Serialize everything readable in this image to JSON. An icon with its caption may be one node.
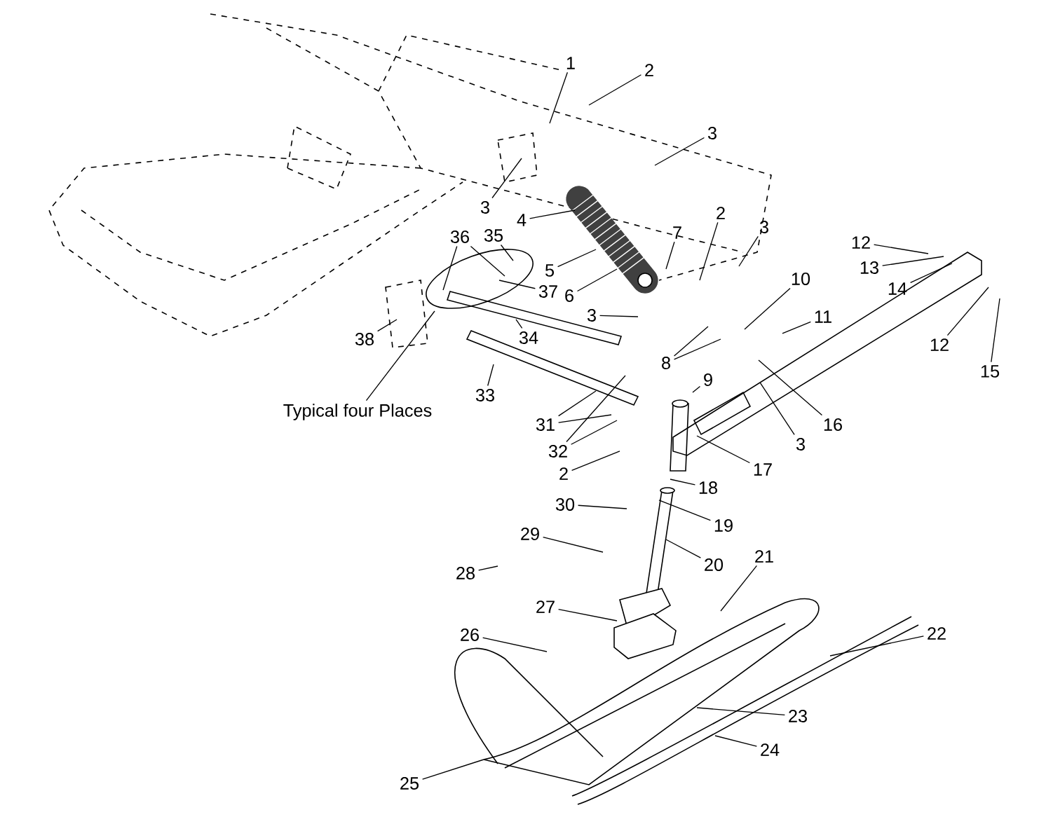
{
  "diagram": {
    "nodes": [
      {
        "text": [
          "1"
        ]
      },
      {
        "text": [
          "2"
        ]
      },
      {
        "text": [
          "3"
        ]
      },
      {
        "text": [
          "3"
        ]
      },
      {
        "text": [
          "4"
        ]
      },
      {
        "text": [
          "5"
        ]
      },
      {
        "text": [
          "6"
        ]
      },
      {
        "text": [
          "7"
        ]
      },
      {
        "text": [
          "2"
        ]
      },
      {
        "text": [
          "3"
        ]
      },
      {
        "text": [
          "3"
        ]
      },
      {
        "text": [
          "8"
        ]
      },
      {
        "text": [
          "9"
        ]
      },
      {
        "text": [
          "10"
        ]
      },
      {
        "text": [
          "11"
        ]
      },
      {
        "text": [
          "12"
        ]
      },
      {
        "text": [
          "13"
        ]
      },
      {
        "text": [
          "14"
        ]
      },
      {
        "text": [
          "12"
        ]
      },
      {
        "text": [
          "15"
        ]
      },
      {
        "text": [
          "16"
        ]
      },
      {
        "text": [
          "3"
        ]
      },
      {
        "text": [
          "17"
        ]
      },
      {
        "text": [
          "2"
        ]
      },
      {
        "text": [
          "18"
        ]
      },
      {
        "text": [
          "19"
        ]
      },
      {
        "text": [
          "30"
        ]
      },
      {
        "text": [
          "29"
        ]
      },
      {
        "text": [
          "28"
        ]
      },
      {
        "text": [
          "20"
        ]
      },
      {
        "text": [
          "27"
        ]
      },
      {
        "text": [
          "26"
        ]
      },
      {
        "text": [
          "21"
        ]
      },
      {
        "text": [
          "22"
        ]
      },
      {
        "text": [
          "23"
        ]
      },
      {
        "text": [
          "24"
        ]
      },
      {
        "text": [
          "25"
        ]
      },
      {
        "text": [
          "31"
        ]
      },
      {
        "text": [
          "32"
        ]
      },
      {
        "text": [
          "33"
        ]
      },
      {
        "text": [
          "34"
        ]
      },
      {
        "text": [
          "35"
        ]
      },
      {
        "text": [
          "36"
        ]
      },
      {
        "text": [
          "37"
        ]
      },
      {
        "text": [
          "38"
        ]
      },
      {
        "text": [
          "Typical four Places"
        ]
      }
    ],
    "edges": [
      {
        "from": 0,
        "to": null,
        "arrow": "none"
      },
      {
        "from": 1,
        "to": null,
        "arrow": "none"
      },
      {
        "from": 2,
        "to": null,
        "arrow": "none"
      },
      {
        "from": 3,
        "to": null,
        "arrow": "none"
      },
      {
        "from": 4,
        "to": null,
        "arrow": "none"
      },
      {
        "from": 5,
        "to": null,
        "arrow": "none"
      },
      {
        "from": 6,
        "to": null,
        "arrow": "none"
      },
      {
        "from": 7,
        "to": null,
        "arrow": "none"
      },
      {
        "from": 8,
        "to": null,
        "arrow": "none"
      },
      {
        "from": 9,
        "to": null,
        "arrow": "none"
      },
      {
        "from": 10,
        "to": null,
        "arrow": "none"
      },
      {
        "from": 11,
        "to": null,
        "arrow": "none"
      },
      {
        "from": 11,
        "to": null,
        "arrow": "none"
      },
      {
        "from": 12,
        "to": null,
        "arrow": "none"
      },
      {
        "from": 13,
        "to": null,
        "arrow": "none"
      },
      {
        "from": 14,
        "to": null,
        "arrow": "none"
      },
      {
        "from": 15,
        "to": null,
        "arrow": "none"
      },
      {
        "from": 16,
        "to": null,
        "arrow": "none"
      },
      {
        "from": 17,
        "to": null,
        "arrow": "none"
      },
      {
        "from": 18,
        "to": null,
        "arrow": "none"
      },
      {
        "from": 19,
        "to": null,
        "arrow": "none"
      },
      {
        "from": 20,
        "to": null,
        "arrow": "none"
      },
      {
        "from": 21,
        "to": null,
        "arrow": "none"
      },
      {
        "from": 22,
        "to": null,
        "arrow": "none"
      },
      {
        "from": 23,
        "to": null,
        "arrow": "none"
      },
      {
        "from": 24,
        "to": null,
        "arrow": "none"
      },
      {
        "from": 25,
        "to": null,
        "arrow": "none"
      },
      {
        "from": 26,
        "to": null,
        "arrow": "none"
      },
      {
        "from": 27,
        "to": null,
        "arrow": "none"
      },
      {
        "from": 28,
        "to": null,
        "arrow": "none"
      },
      {
        "from": 29,
        "to": null,
        "arrow": "none"
      },
      {
        "from": 30,
        "to": null,
        "arrow": "none"
      },
      {
        "from": 31,
        "to": null,
        "arrow": "none"
      },
      {
        "from": 32,
        "to": null,
        "arrow": "none"
      },
      {
        "from": 33,
        "to": null,
        "arrow": "none"
      },
      {
        "from": 34,
        "to": null,
        "arrow": "none"
      },
      {
        "from": 35,
        "to": null,
        "arrow": "none"
      },
      {
        "from": 36,
        "to": null,
        "arrow": "none"
      },
      {
        "from": 37,
        "to": null,
        "arrow": "none"
      },
      {
        "from": 37,
        "to": null,
        "arrow": "none"
      },
      {
        "from": 38,
        "to": null,
        "arrow": "none"
      },
      {
        "from": 38,
        "to": null,
        "arrow": "none"
      },
      {
        "from": 39,
        "to": null,
        "arrow": "none"
      },
      {
        "from": 40,
        "to": null,
        "arrow": "none"
      },
      {
        "from": 41,
        "to": null,
        "arrow": "none"
      },
      {
        "from": 42,
        "to": null,
        "arrow": "none"
      },
      {
        "from": 42,
        "to": null,
        "arrow": "none"
      },
      {
        "from": 43,
        "to": null,
        "arrow": "none"
      },
      {
        "from": 44,
        "to": null,
        "arrow": "none"
      },
      {
        "from": 45,
        "to": null,
        "arrow": "none"
      }
    ]
  }
}
